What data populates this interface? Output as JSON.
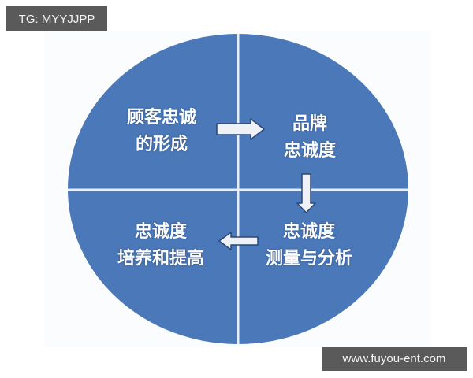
{
  "watermark_top": {
    "text": "TG: MYYJJPP"
  },
  "watermark_bottom": {
    "text": "www.fuyou-ent.com"
  },
  "colors": {
    "circle_fill": "#4a78b8",
    "divider": "#e8eef6",
    "arrow_fill": "#eef2f7",
    "arrow_stroke": "#2a4676",
    "badge_bg": "#5a5a5a",
    "text": "#ffffff"
  },
  "diagram": {
    "quadrants": [
      {
        "position": "top-left",
        "line1": "顾客忠诚",
        "line2": "的形成"
      },
      {
        "position": "top-right",
        "line1": "品牌",
        "line2": "忠诚度"
      },
      {
        "position": "bottom-right",
        "line1": "忠诚度",
        "line2": "测量与分析"
      },
      {
        "position": "bottom-left",
        "line1": "忠诚度",
        "line2": "培养和提高"
      }
    ],
    "arrows": [
      {
        "from": "top-left",
        "to": "top-right",
        "direction": "right"
      },
      {
        "from": "top-right",
        "to": "bottom-right",
        "direction": "down"
      },
      {
        "from": "bottom-right",
        "to": "bottom-left",
        "direction": "left"
      }
    ]
  }
}
